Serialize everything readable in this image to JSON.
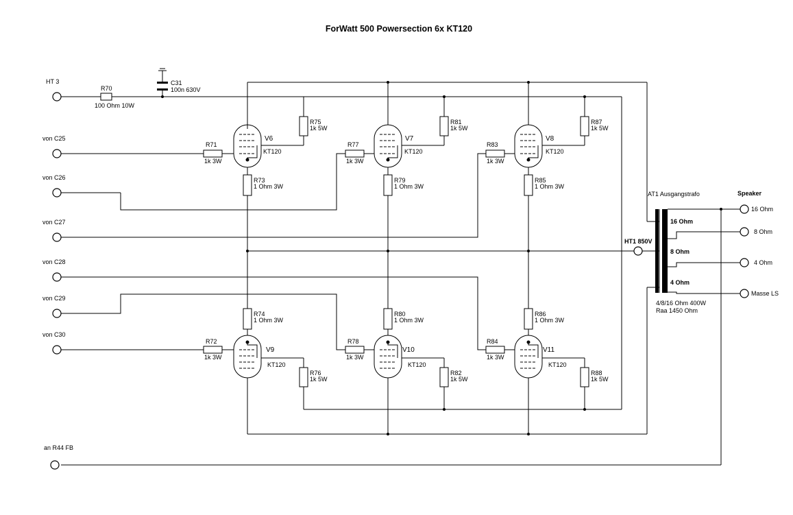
{
  "title": "ForWatt 500 Powersection 6x KT120",
  "inputs": {
    "ht3": "HT 3",
    "c25": "von C25",
    "c26": "von C26",
    "c27": "von C27",
    "c28": "von C28",
    "c29": "von C29",
    "c30": "von C30",
    "r44": "an R44 FB"
  },
  "r70": {
    "ref": "R70",
    "value": "100 Ohm 10W"
  },
  "c31": {
    "ref": "C31",
    "value": "100n 630V"
  },
  "tubes": {
    "v6": {
      "ref": "V6",
      "type": "KT120"
    },
    "v7": {
      "ref": "V7",
      "type": "KT120"
    },
    "v8": {
      "ref": "V8",
      "type": "KT120"
    },
    "v9": {
      "ref": "V9",
      "type": "KT120"
    },
    "v10": {
      "ref": "V10",
      "type": "KT120"
    },
    "v11": {
      "ref": "V11",
      "type": "KT120"
    }
  },
  "resistors": {
    "r71": {
      "ref": "R71",
      "value": "1k 3W"
    },
    "r77": {
      "ref": "R77",
      "value": "1k 3W"
    },
    "r83": {
      "ref": "R83",
      "value": "1k 3W"
    },
    "r72": {
      "ref": "R72",
      "value": "1k 3W"
    },
    "r78": {
      "ref": "R78",
      "value": "1k 3W"
    },
    "r84": {
      "ref": "R84",
      "value": "1k 3W"
    },
    "r75": {
      "ref": "R75",
      "value": "1k 5W"
    },
    "r81": {
      "ref": "R81",
      "value": "1k 5W"
    },
    "r87": {
      "ref": "R87",
      "value": "1k 5W"
    },
    "r76": {
      "ref": "R76",
      "value": "1k 5W"
    },
    "r82": {
      "ref": "R82",
      "value": "1k 5W"
    },
    "r88": {
      "ref": "R88",
      "value": "1k 5W"
    },
    "r73": {
      "ref": "R73",
      "value": "1 Ohm 3W"
    },
    "r79": {
      "ref": "R79",
      "value": "1 Ohm 3W"
    },
    "r85": {
      "ref": "R85",
      "value": "1 Ohm 3W"
    },
    "r74": {
      "ref": "R74",
      "value": "1 Ohm 3W"
    },
    "r80": {
      "ref": "R80",
      "value": "1 Ohm 3W"
    },
    "r86": {
      "ref": "R86",
      "value": "1 Ohm 3W"
    }
  },
  "transformer": {
    "ref": "AT1 Ausgangstrafo",
    "primary": "HT1 850V",
    "tap16": "16 Ohm",
    "tap8": "8 Ohm",
    "tap4": "4 Ohm",
    "spec1": "4/8/16 Ohm 400W",
    "spec2": "Raa 1450 Ohm"
  },
  "speaker": {
    "heading": "Speaker",
    "out16": "16 Ohm",
    "out8": "8 Ohm",
    "out4": "4 Ohm",
    "masse": "Masse LS"
  }
}
